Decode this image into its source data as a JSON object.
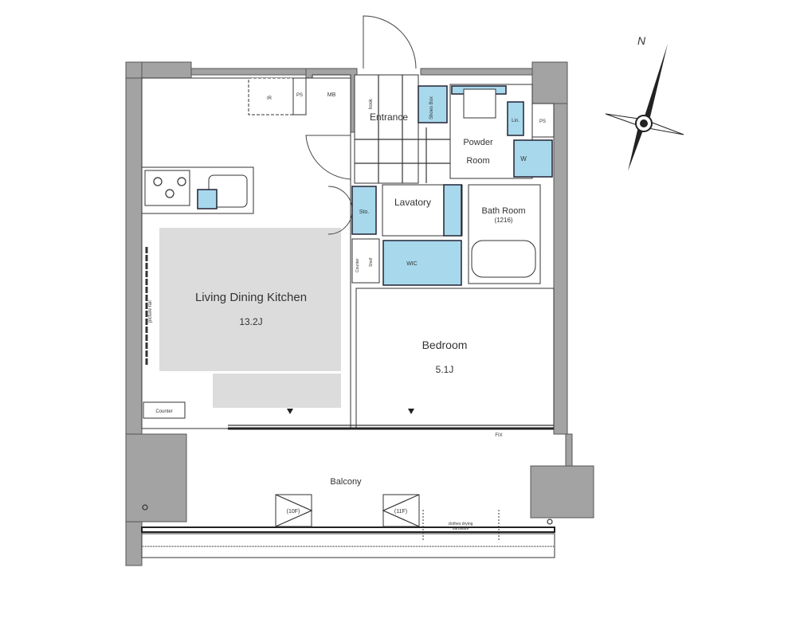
{
  "plan": {
    "rooms": {
      "ldk": {
        "name": "Living Dining Kitchen",
        "size": "13.2J"
      },
      "bedroom": {
        "name": "Bedroom",
        "size": "5.1J"
      },
      "entrance": "Entrance",
      "powder_room_line1": "Powder",
      "powder_room_line2": "Room",
      "lavatory": "Lavatory",
      "bath_room": "Bath Room",
      "bath_size": "(1216)",
      "balcony": "Balcony"
    },
    "fixtures": {
      "ir": "IR",
      "ps_left": "PS",
      "mb": "MB",
      "hook": "hook",
      "shoes_box": "Shoes Box",
      "lin": "Lin.",
      "ps_right": "PS",
      "w": "W",
      "sto": "Sto.",
      "wic": "WIC",
      "counter_small": "Counter",
      "shelf": "Shelf",
      "picture_rail": "picture rail",
      "counter": "Counter",
      "fix": "FIX",
      "hatch_10f": "(10F)",
      "hatch_11f": "(11F)",
      "clothes_drying_1": "clothes drying",
      "clothes_drying_2": "hardware"
    },
    "compass": {
      "north": "N"
    },
    "colors": {
      "storage": "#a8d8ec",
      "wall": "#a3a3a3",
      "floor": "#dcdcdc"
    }
  }
}
